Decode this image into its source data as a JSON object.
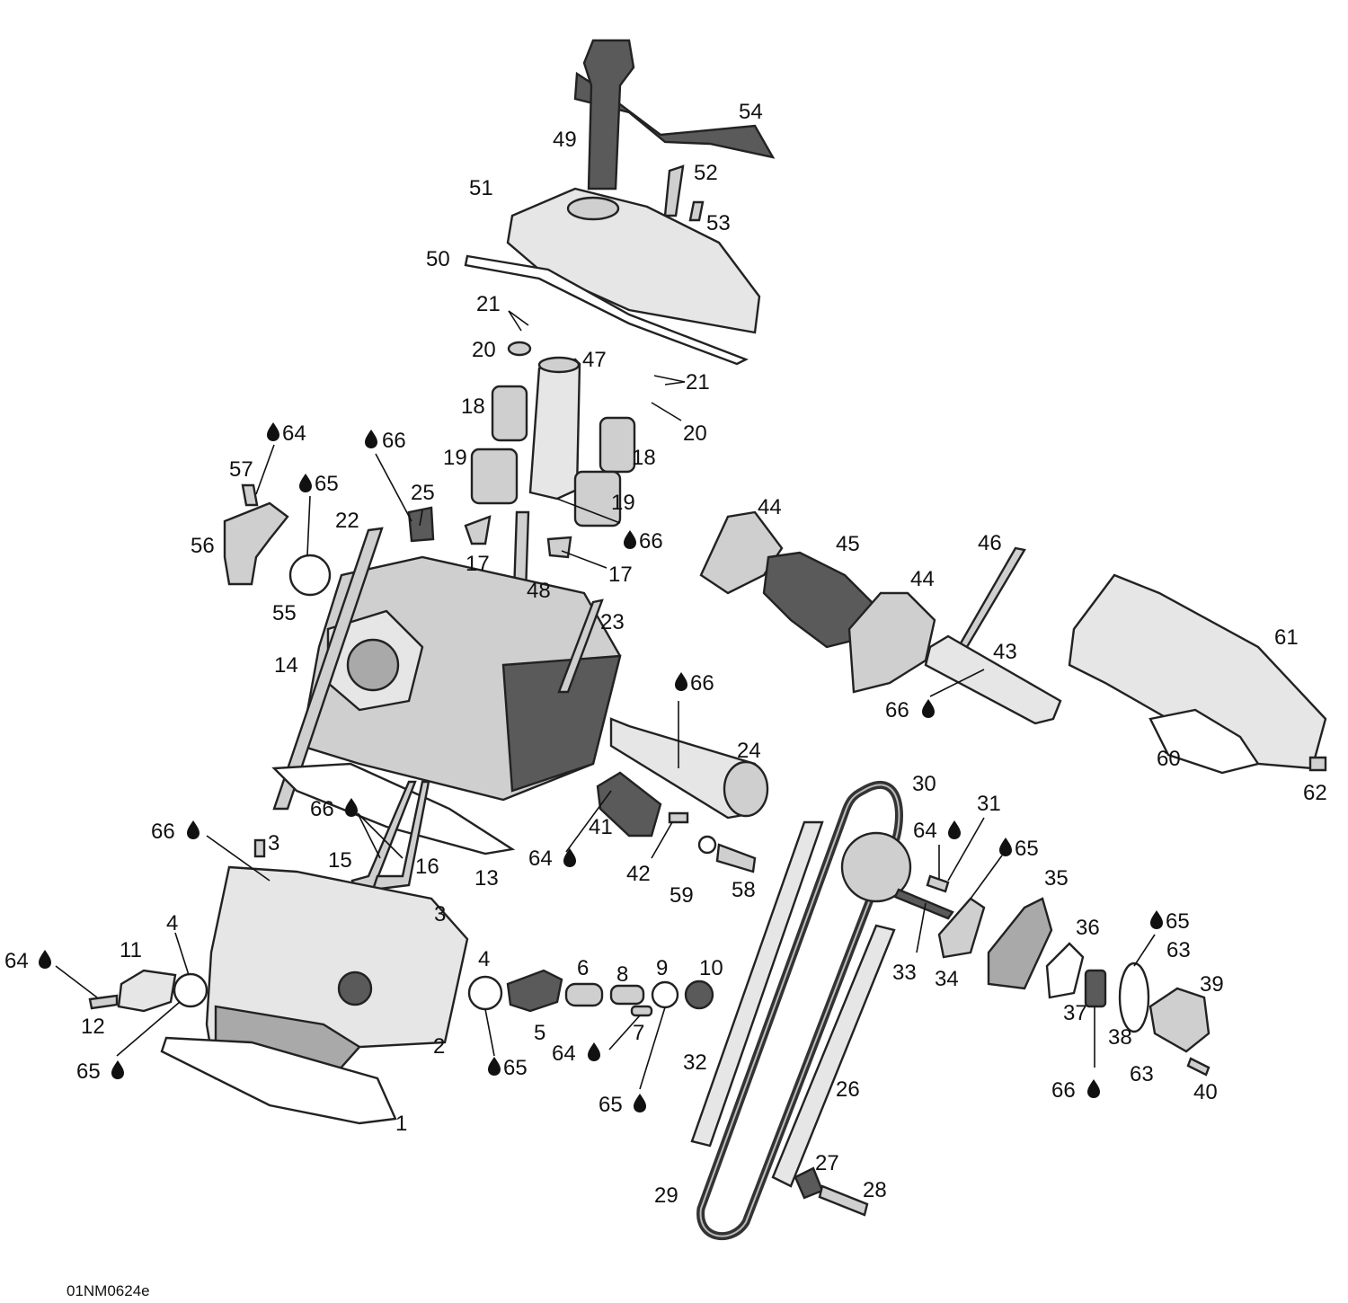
{
  "figure_code": "01NM0624e",
  "callouts": [
    {
      "id": "c1",
      "text": "1"
    },
    {
      "id": "c2",
      "text": "2"
    },
    {
      "id": "c3a",
      "text": "3"
    },
    {
      "id": "c3b",
      "text": "3"
    },
    {
      "id": "c4a",
      "text": "4"
    },
    {
      "id": "c4b",
      "text": "4"
    },
    {
      "id": "c5",
      "text": "5"
    },
    {
      "id": "c6",
      "text": "6"
    },
    {
      "id": "c7",
      "text": "7"
    },
    {
      "id": "c8",
      "text": "8"
    },
    {
      "id": "c9",
      "text": "9"
    },
    {
      "id": "c10",
      "text": "10"
    },
    {
      "id": "c11",
      "text": "11"
    },
    {
      "id": "c12",
      "text": "12"
    },
    {
      "id": "c13",
      "text": "13"
    },
    {
      "id": "c14",
      "text": "14"
    },
    {
      "id": "c15",
      "text": "15"
    },
    {
      "id": "c16",
      "text": "16"
    },
    {
      "id": "c17a",
      "text": "17"
    },
    {
      "id": "c17b",
      "text": "17"
    },
    {
      "id": "c18a",
      "text": "18"
    },
    {
      "id": "c18b",
      "text": "18"
    },
    {
      "id": "c19a",
      "text": "19"
    },
    {
      "id": "c19b",
      "text": "19"
    },
    {
      "id": "c20a",
      "text": "20"
    },
    {
      "id": "c20b",
      "text": "20"
    },
    {
      "id": "c21a",
      "text": "21"
    },
    {
      "id": "c21b",
      "text": "21"
    },
    {
      "id": "c22",
      "text": "22"
    },
    {
      "id": "c23",
      "text": "23"
    },
    {
      "id": "c24",
      "text": "24"
    },
    {
      "id": "c25",
      "text": "25"
    },
    {
      "id": "c26",
      "text": "26"
    },
    {
      "id": "c27",
      "text": "27"
    },
    {
      "id": "c28",
      "text": "28"
    },
    {
      "id": "c29",
      "text": "29"
    },
    {
      "id": "c30",
      "text": "30"
    },
    {
      "id": "c31",
      "text": "31"
    },
    {
      "id": "c32",
      "text": "32"
    },
    {
      "id": "c33",
      "text": "33"
    },
    {
      "id": "c34",
      "text": "34"
    },
    {
      "id": "c35",
      "text": "35"
    },
    {
      "id": "c36",
      "text": "36"
    },
    {
      "id": "c37",
      "text": "37"
    },
    {
      "id": "c38",
      "text": "38"
    },
    {
      "id": "c39",
      "text": "39"
    },
    {
      "id": "c40",
      "text": "40"
    },
    {
      "id": "c41",
      "text": "41"
    },
    {
      "id": "c42",
      "text": "42"
    },
    {
      "id": "c43",
      "text": "43"
    },
    {
      "id": "c44a",
      "text": "44"
    },
    {
      "id": "c44b",
      "text": "44"
    },
    {
      "id": "c45",
      "text": "45"
    },
    {
      "id": "c46",
      "text": "46"
    },
    {
      "id": "c47",
      "text": "47"
    },
    {
      "id": "c48",
      "text": "48"
    },
    {
      "id": "c49",
      "text": "49"
    },
    {
      "id": "c50",
      "text": "50"
    },
    {
      "id": "c51",
      "text": "51"
    },
    {
      "id": "c52",
      "text": "52"
    },
    {
      "id": "c53",
      "text": "53"
    },
    {
      "id": "c54",
      "text": "54"
    },
    {
      "id": "c55",
      "text": "55"
    },
    {
      "id": "c56",
      "text": "56"
    },
    {
      "id": "c57",
      "text": "57"
    },
    {
      "id": "c58",
      "text": "58"
    },
    {
      "id": "c59",
      "text": "59"
    },
    {
      "id": "c60",
      "text": "60"
    },
    {
      "id": "c61",
      "text": "61"
    },
    {
      "id": "c62",
      "text": "62"
    },
    {
      "id": "c63a",
      "text": "63"
    },
    {
      "id": "c63b",
      "text": "63"
    },
    {
      "id": "l64a",
      "text": "64"
    },
    {
      "id": "l64b",
      "text": "64"
    },
    {
      "id": "l64c",
      "text": "64"
    },
    {
      "id": "l64d",
      "text": "64"
    },
    {
      "id": "l64e",
      "text": "64"
    },
    {
      "id": "l65a",
      "text": "65"
    },
    {
      "id": "l65b",
      "text": "65"
    },
    {
      "id": "l65c",
      "text": "65"
    },
    {
      "id": "l65d",
      "text": "65"
    },
    {
      "id": "l65e",
      "text": "65"
    },
    {
      "id": "l65f",
      "text": "65"
    },
    {
      "id": "l66a",
      "text": "66"
    },
    {
      "id": "l66b",
      "text": "66"
    },
    {
      "id": "l66c",
      "text": "66"
    },
    {
      "id": "l66d",
      "text": "66"
    },
    {
      "id": "l66e",
      "text": "66"
    },
    {
      "id": "l66f",
      "text": "66"
    },
    {
      "id": "l66g",
      "text": "66"
    }
  ]
}
